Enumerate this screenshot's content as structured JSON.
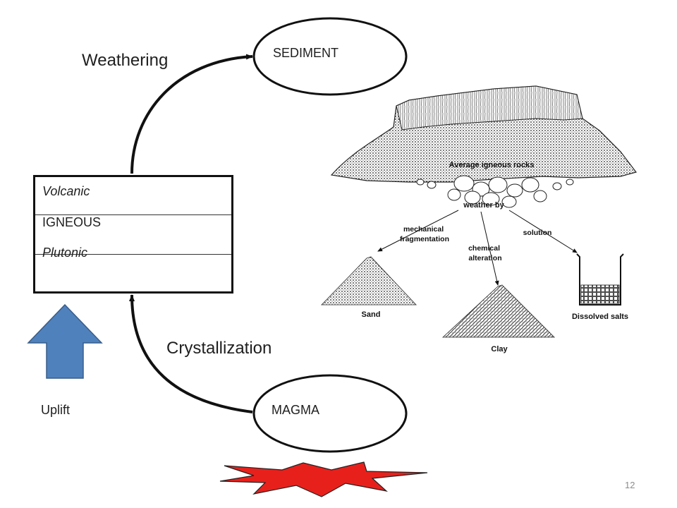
{
  "diagram": {
    "weathering_label": "Weathering",
    "crystallization_label": "Crystallization",
    "uplift_label": "Uplift",
    "sediment_label": "SEDIMENT",
    "magma_label": "MAGMA",
    "igneous_box": {
      "volcanic": "Volcanic",
      "igneous": "IGNEOUS",
      "plutonic": "Plutonic"
    }
  },
  "illustration": {
    "title": "Average igneous rocks",
    "weather_by": "weather by",
    "branches": {
      "mechanical": [
        "mechanical",
        "fragmentation"
      ],
      "chemical": [
        "chemical",
        "alteration"
      ],
      "solution": "solution"
    },
    "products": {
      "sand": "Sand",
      "clay": "Clay",
      "dissolved": "Dissolved salts"
    }
  },
  "colors": {
    "uplift_arrow_fill": "#4f81bd",
    "uplift_arrow_stroke": "#385d8a",
    "heat_fill": "#e8201c",
    "text": "#1f1f1f"
  },
  "page_number": "12"
}
